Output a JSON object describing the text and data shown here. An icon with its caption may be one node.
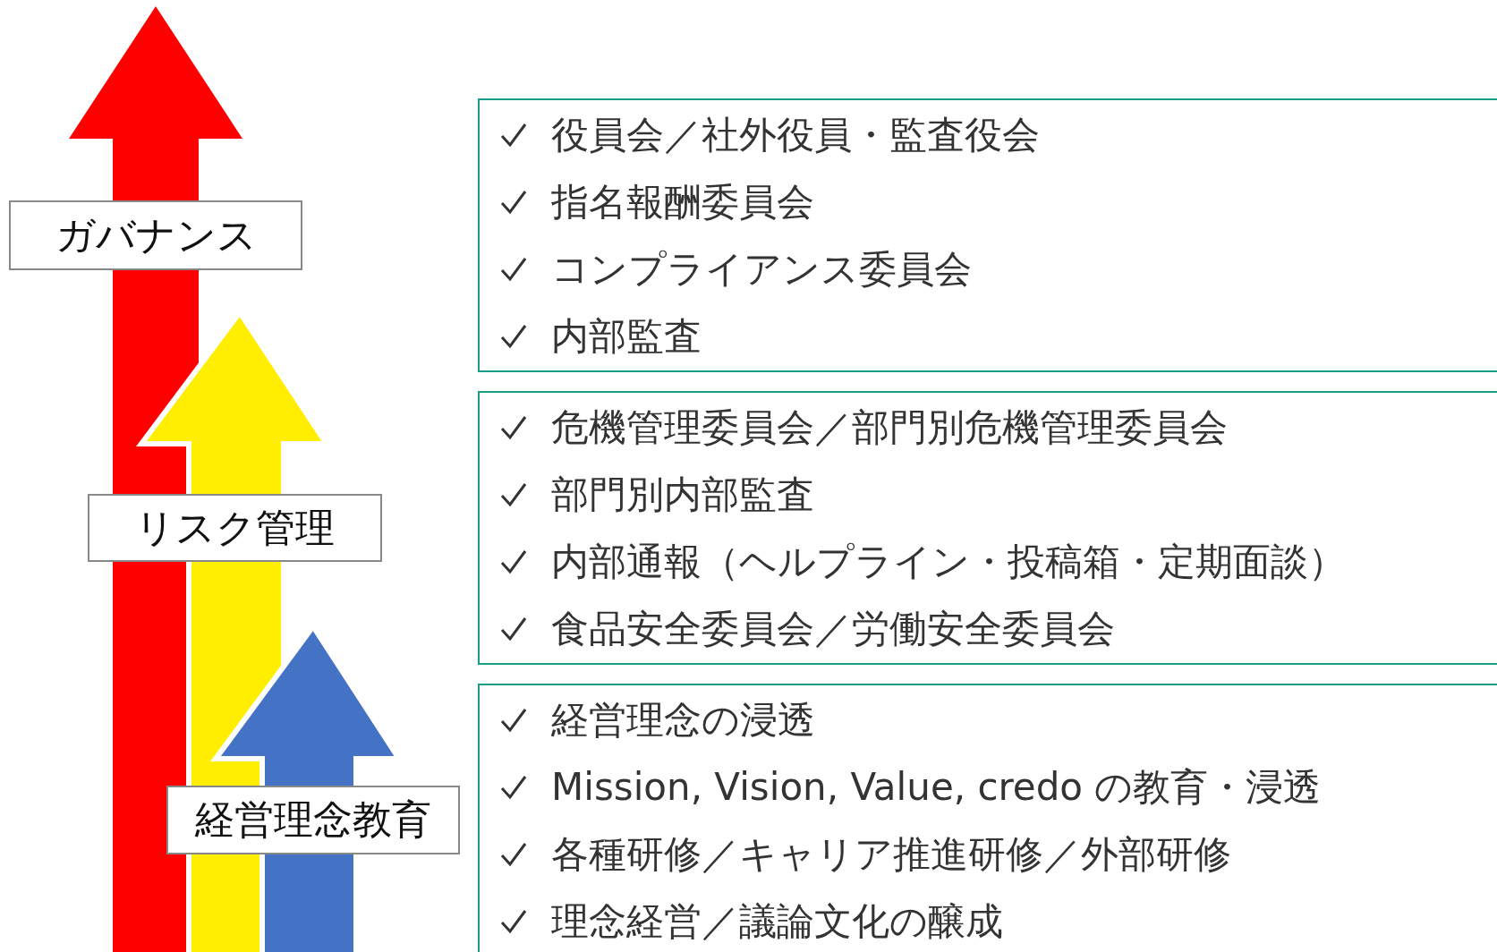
{
  "diagram": {
    "nodes": [
      {
        "text": [
          "ガバナンス"
        ]
      },
      {
        "text": [
          "リスク管理"
        ]
      },
      {
        "text": [
          "経営理念教育"
        ]
      },
      {
        "text": [
          "役員会／社外役員・監査役会",
          "指名報酬委員会",
          "コンプライアンス委員会",
          "内部監査"
        ]
      },
      {
        "text": [
          "危機管理委員会／部門別危機管理委員会",
          "部門別内部監査",
          "内部通報（ヘルプライン・投稿箱・定期面談）",
          "食品安全委員会／労働安全委員会"
        ]
      },
      {
        "text": [
          "経営理念の浸透",
          "Mission, Vision, Value, credo の教育・浸透",
          "各種研修／キャリア推進研修／外部研修",
          "理念経営／議論文化の醸成"
        ]
      }
    ]
  }
}
